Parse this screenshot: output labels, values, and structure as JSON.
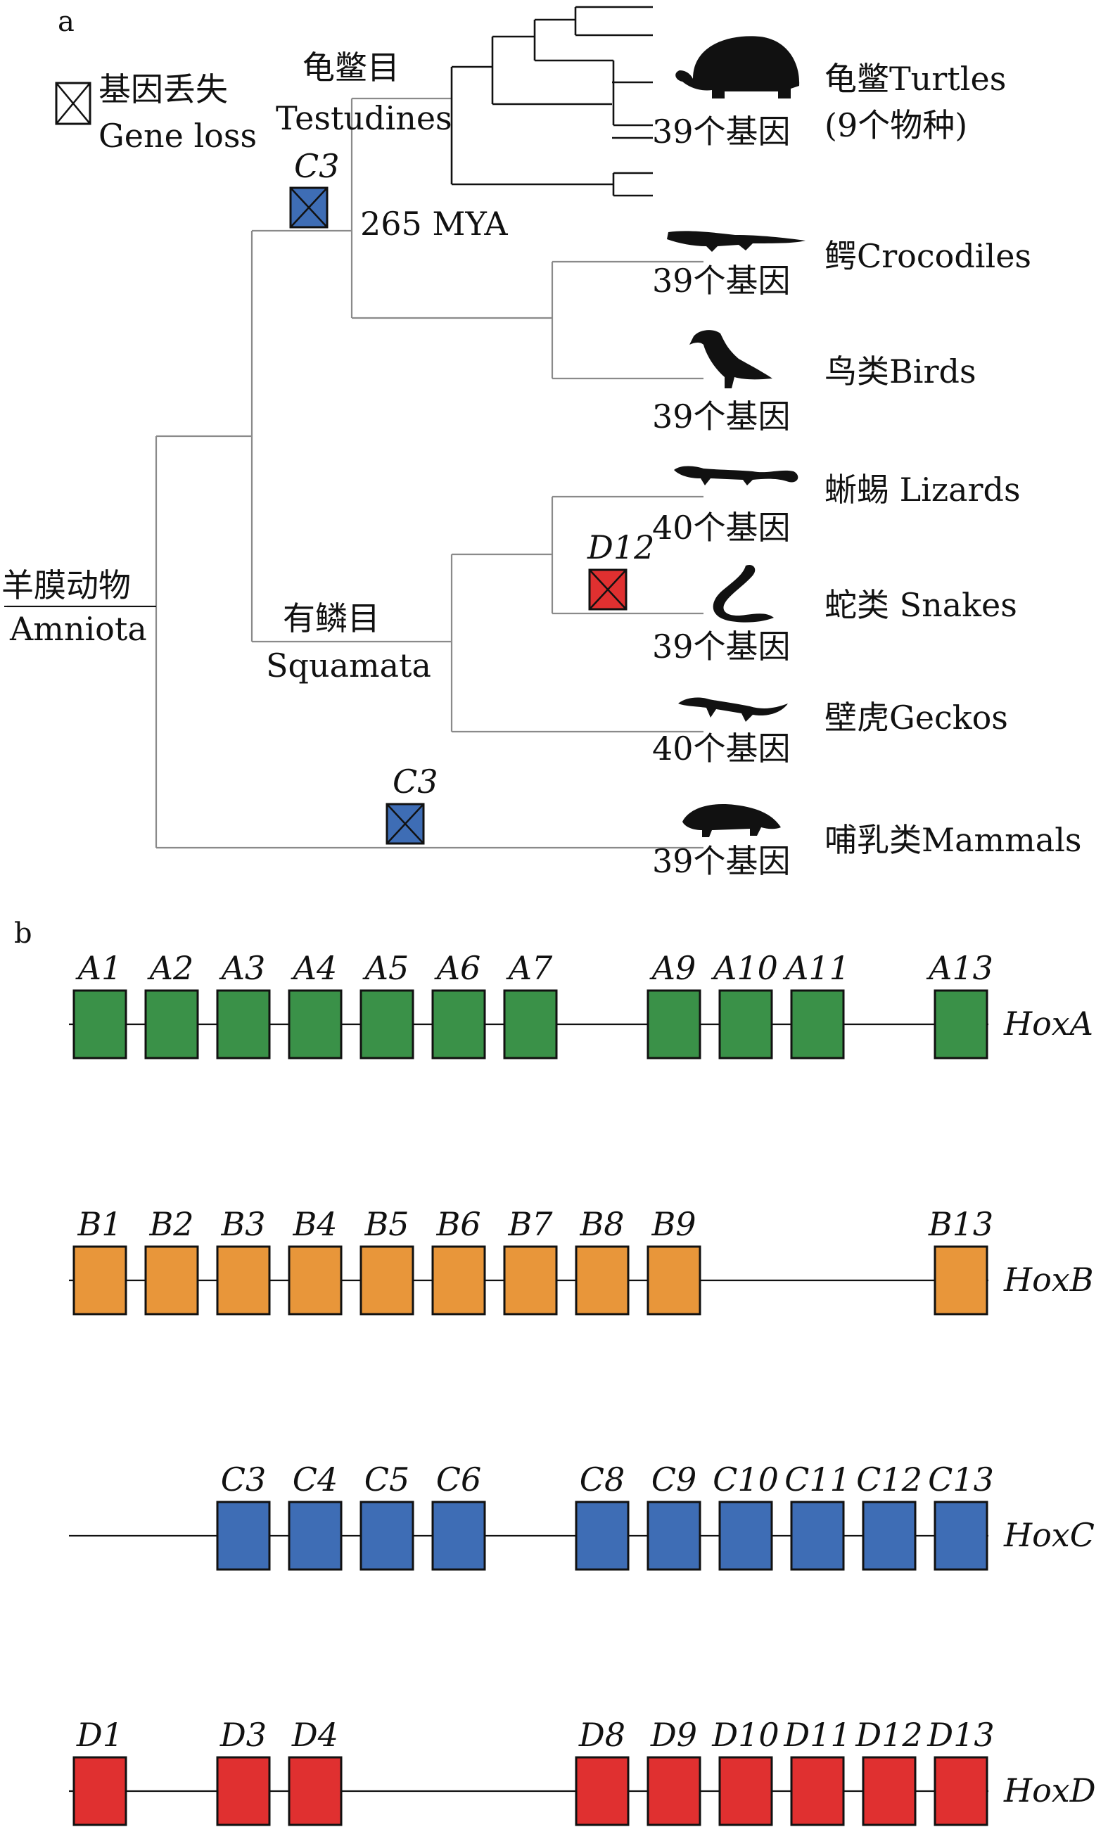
{
  "panel_a": {
    "label": "a",
    "legend": {
      "zh": "基因丢失",
      "en": "Gene loss"
    },
    "root": {
      "zh": "羊膜动物",
      "en": "Amniota"
    },
    "clades": {
      "testudines": {
        "zh": "龟鳖目",
        "en": "Testudines"
      },
      "squamata": {
        "zh": "有鳞目",
        "en": "Squamata"
      }
    },
    "divergence": "265 MYA",
    "loss_events": [
      {
        "gene": "C3",
        "lineage": "Testudines",
        "color": "#3e6db5"
      },
      {
        "gene": "D12",
        "lineage": "Snakes",
        "color": "#e03030"
      },
      {
        "gene": "C3",
        "lineage": "Mammals",
        "color": "#3e6db5"
      }
    ],
    "taxa": [
      {
        "zh": "龟鳖",
        "en": "Turtles",
        "note": "(9个物种)",
        "genes": "39个基因",
        "icon": "turtle-icon"
      },
      {
        "zh": "鳄",
        "en": "Crocodiles",
        "genes": "39个基因",
        "icon": "crocodile-icon"
      },
      {
        "zh": "鸟类",
        "en": "Birds",
        "genes": "39个基因",
        "icon": "bird-icon"
      },
      {
        "zh": "蜥蜴",
        "en": " Lizards",
        "genes": "40个基因",
        "icon": "lizard-icon"
      },
      {
        "zh": "蛇类",
        "en": " Snakes",
        "genes": "39个基因",
        "icon": "snake-icon"
      },
      {
        "zh": "壁虎",
        "en": "Geckos",
        "genes": "40个基因",
        "icon": "gecko-icon"
      },
      {
        "zh": "哺乳类",
        "en": "Mammals",
        "genes": "39个基因",
        "icon": "mammal-icon"
      }
    ]
  },
  "panel_b": {
    "label": "b",
    "clusters": [
      {
        "name": "HoxA",
        "color": "#3a9148",
        "genes": [
          "A1",
          "A2",
          "A3",
          "A4",
          "A5",
          "A6",
          "A7",
          "A9",
          "A10",
          "A11",
          "A13"
        ],
        "paralog": [
          1,
          2,
          3,
          4,
          5,
          6,
          7,
          9,
          10,
          11,
          13
        ]
      },
      {
        "name": "HoxB",
        "color": "#e8963a",
        "genes": [
          "B1",
          "B2",
          "B3",
          "B4",
          "B5",
          "B6",
          "B7",
          "B8",
          "B9",
          "B13"
        ],
        "paralog": [
          1,
          2,
          3,
          4,
          5,
          6,
          7,
          8,
          9,
          13
        ]
      },
      {
        "name": "HoxC",
        "color": "#3e6db5",
        "genes": [
          "C3",
          "C4",
          "C5",
          "C6",
          "C8",
          "C9",
          "C10",
          "C11",
          "C12",
          "C13"
        ],
        "paralog": [
          3,
          4,
          5,
          6,
          8,
          9,
          10,
          11,
          12,
          13
        ]
      },
      {
        "name": "HoxD",
        "color": "#e03030",
        "genes": [
          "D1",
          "D3",
          "D4",
          "D8",
          "D9",
          "D10",
          "D11",
          "D12",
          "D13"
        ],
        "paralog": [
          1,
          3,
          4,
          8,
          9,
          10,
          11,
          12,
          13
        ]
      }
    ]
  }
}
